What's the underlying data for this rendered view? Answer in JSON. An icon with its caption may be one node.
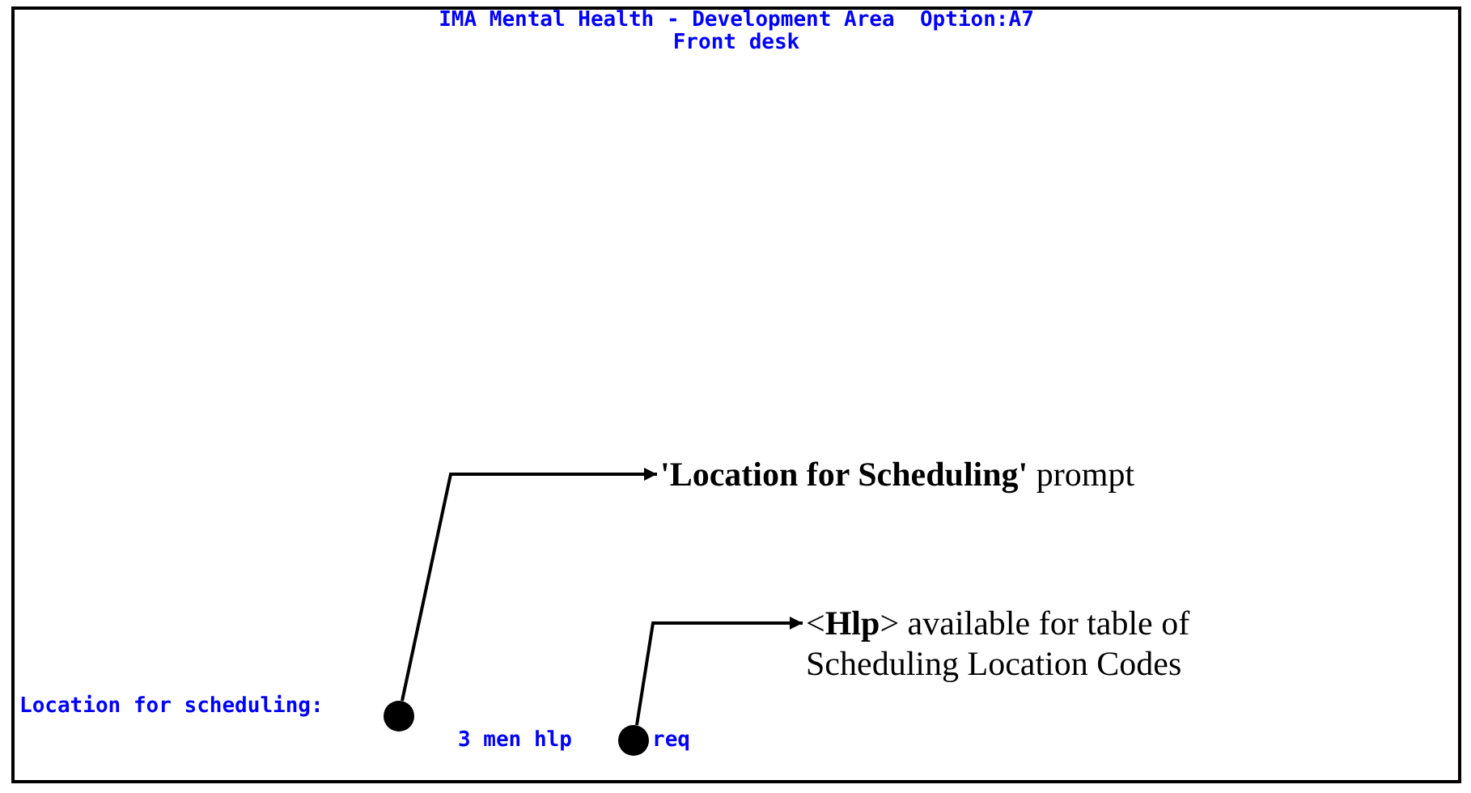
{
  "diagram": {
    "nodes": [
      {
        "text": [
          "IMA Mental Health - Development Area  Option:A7",
          "Front desk"
        ]
      },
      {
        "text": [
          "Location for scheduling:"
        ],
        "in": 0
      },
      {
        "text": [],
        "shape": "circle",
        "in": 0
      },
      {
        "text": [
          "3 men hlp"
        ],
        "in": 0
      },
      {
        "text": [],
        "shape": "circle",
        "in": 0
      },
      {
        "text": [
          "req"
        ],
        "in": 0
      },
      {
        "text": [
          "**'Location for Scheduling'** prompt"
        ],
        "in": 0
      },
      {
        "text": [
          "<**Hlp**> available for table of Scheduling Location Codes"
        ],
        "in": 0
      }
    ],
    "edges": [
      {
        "from": 2,
        "to": 6,
        "arrow": "to"
      },
      {
        "from": 4,
        "to": 7,
        "arrow": "to"
      }
    ]
  }
}
